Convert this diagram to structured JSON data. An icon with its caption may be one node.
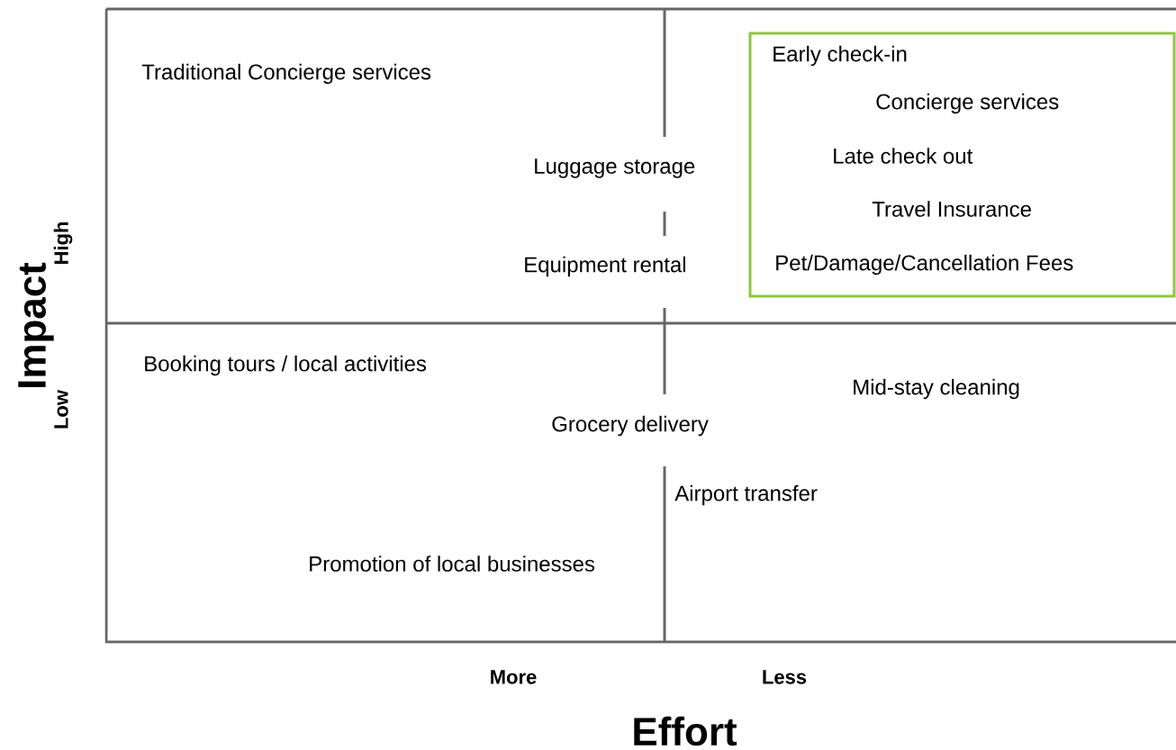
{
  "diagram": {
    "nodes": [
      {
        "text": [
          "Early check-in",
          "Concierge services",
          "Late check out",
          "Travel Insurance",
          "Pet/Damage/Cancellation Fees"
        ]
      }
    ],
    "edges": [],
    "labels": [
      "Traditional Concierge services",
      "Luggage storage",
      "Equipment rental",
      "Booking tours / local activities",
      "Mid-stay cleaning",
      "Grocery delivery",
      "Airport transfer",
      "Promotion of local businesses",
      "High",
      "Impact",
      "Low",
      "More",
      "Less",
      "Effort"
    ]
  }
}
